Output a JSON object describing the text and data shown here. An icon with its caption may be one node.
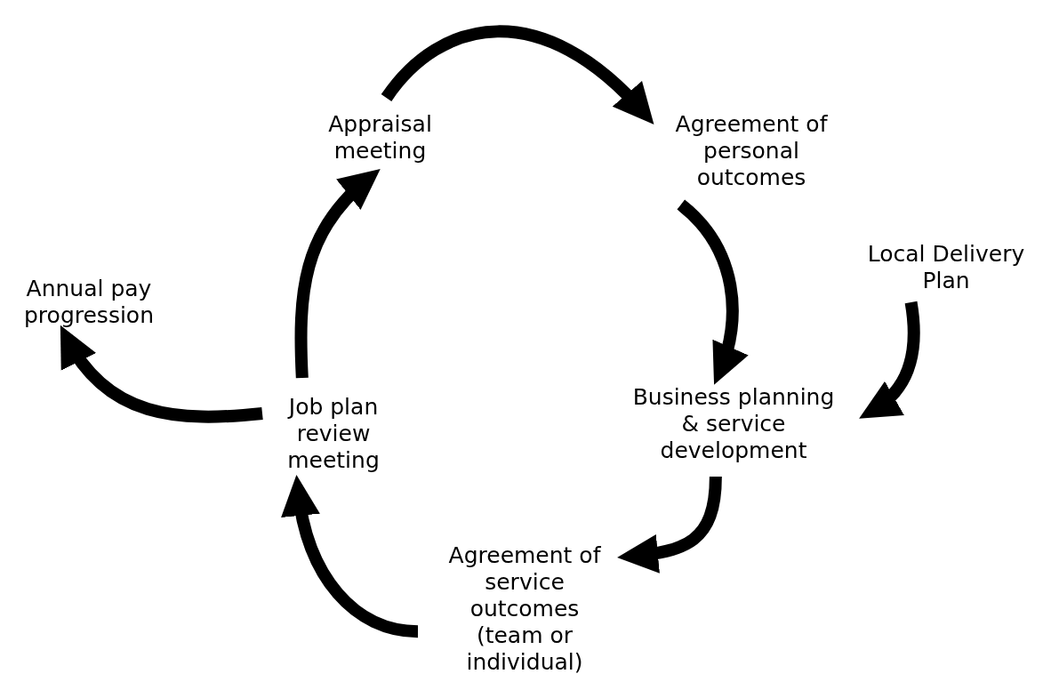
{
  "diagram": {
    "nodes": [
      {
        "text": [
          "Appraisal meeting"
        ]
      },
      {
        "text": [
          "Agreement of personal outcomes"
        ]
      },
      {
        "text": [
          "Local Delivery Plan"
        ]
      },
      {
        "text": [
          "Business planning & service development"
        ]
      },
      {
        "text": [
          "Agreement of service outcomes (team or individual)"
        ]
      },
      {
        "text": [
          "Job plan review meeting"
        ]
      },
      {
        "text": [
          "Annual pay progression"
        ]
      }
    ],
    "edges": [
      {
        "from": 0,
        "to": 1,
        "arrow": "to"
      },
      {
        "from": 1,
        "to": 3,
        "arrow": "to"
      },
      {
        "from": 2,
        "to": 3,
        "arrow": "to"
      },
      {
        "from": 3,
        "to": 4,
        "arrow": "to"
      },
      {
        "from": 4,
        "to": 5,
        "arrow": "to"
      },
      {
        "from": 5,
        "to": 0,
        "arrow": "to"
      },
      {
        "from": 5,
        "to": 6,
        "arrow": "to"
      }
    ]
  }
}
